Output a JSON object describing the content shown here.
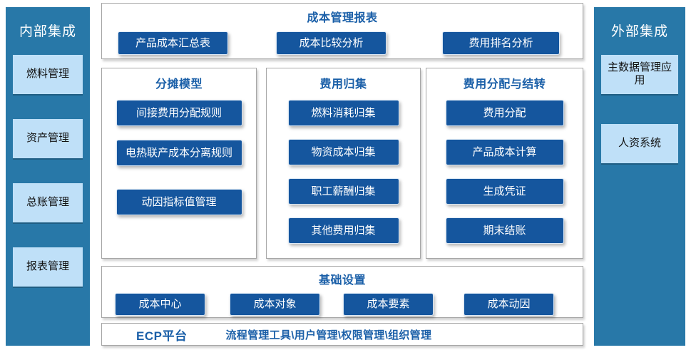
{
  "left_rail": {
    "title": "内部集成",
    "items": [
      {
        "label": "燃料管理"
      },
      {
        "label": "资产管理"
      },
      {
        "label": "总账管理"
      },
      {
        "label": "报表管理"
      }
    ]
  },
  "right_rail": {
    "title": "外部集成",
    "items": [
      {
        "label": "主数据管理应用"
      },
      {
        "label": "人资系统"
      }
    ]
  },
  "reports": {
    "title": "成本管理报表",
    "buttons": [
      {
        "label": "产品成本汇总表"
      },
      {
        "label": "成本比较分析"
      },
      {
        "label": "费用排名分析"
      }
    ]
  },
  "allocation_model": {
    "title": "分摊模型",
    "buttons": [
      {
        "label": "间接费用分配规则"
      },
      {
        "label": "电热联产成本分离规则"
      },
      {
        "label": "动因指标值管理"
      }
    ]
  },
  "cost_collection": {
    "title": "费用归集",
    "buttons": [
      {
        "label": "燃料消耗归集"
      },
      {
        "label": "物资成本归集"
      },
      {
        "label": "职工薪酬归集"
      },
      {
        "label": "其他费用归集"
      }
    ]
  },
  "cost_distribution": {
    "title": "费用分配与结转",
    "buttons": [
      {
        "label": "费用分配"
      },
      {
        "label": "产品成本计算"
      },
      {
        "label": "生成凭证"
      },
      {
        "label": "期末结账"
      }
    ]
  },
  "basic_settings": {
    "title": "基础设置",
    "buttons": [
      {
        "label": "成本中心"
      },
      {
        "label": "成本对象"
      },
      {
        "label": "成本要素"
      },
      {
        "label": "成本动因"
      }
    ]
  },
  "ecp_platform": {
    "label": "ECP平台",
    "modules": "流程管理工具\\用户管理\\权限管理\\组织管理"
  },
  "colors": {
    "rail_bg": "#2878a8",
    "rail_item_bg": "#bfe0f8",
    "button_bg": "#15569e",
    "title_blue": "#1a5fa8",
    "panel_border": "#a6a6a6"
  }
}
